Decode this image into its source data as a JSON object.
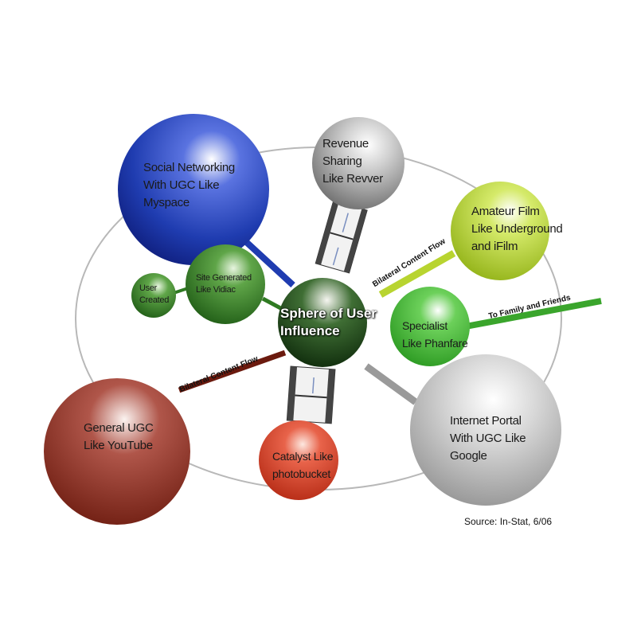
{
  "diagram": {
    "title": "Sphere of User Influence",
    "center": {
      "line1": "Sphere of User",
      "line2": "Influence",
      "color": "#1f4d1a"
    },
    "nodes": [
      {
        "id": "social",
        "lines": [
          "Social Networking",
          "With UGC Like",
          "Myspace"
        ],
        "color": "#1f3cb0"
      },
      {
        "id": "revenue",
        "lines": [
          "Revenue",
          "Sharing",
          "Like Revver"
        ],
        "color": "#8a8a8a"
      },
      {
        "id": "amateur",
        "lines": [
          "Amateur Film",
          "Like Underground",
          "and iFilm"
        ],
        "color": "#a9c91f"
      },
      {
        "id": "user-created",
        "lines": [
          "User",
          "Created"
        ],
        "color": "#2f7a22"
      },
      {
        "id": "site-generated",
        "lines": [
          "Site Generated",
          "Like Vidiac"
        ],
        "color": "#2f7a22"
      },
      {
        "id": "specialist",
        "lines": [
          "Specialist",
          "Like Phanfare"
        ],
        "color": "#36a82a"
      },
      {
        "id": "general",
        "lines": [
          "General UGC",
          "Like YouTube"
        ],
        "color": "#8b2416"
      },
      {
        "id": "catalyst",
        "lines": [
          "Catalyst Like",
          "photobucket"
        ],
        "color": "#d4381e"
      },
      {
        "id": "portal",
        "lines": [
          "Internet Portal",
          "With UGC Like",
          "Google"
        ],
        "color": "#a3a3a3"
      }
    ],
    "flow_labels": {
      "bilateral_top": "Bilateral Content Flow",
      "bilateral_left": "Bilateral Content Flow",
      "family": "To Family and Friends"
    },
    "source": "Source: In-Stat, 6/06"
  }
}
